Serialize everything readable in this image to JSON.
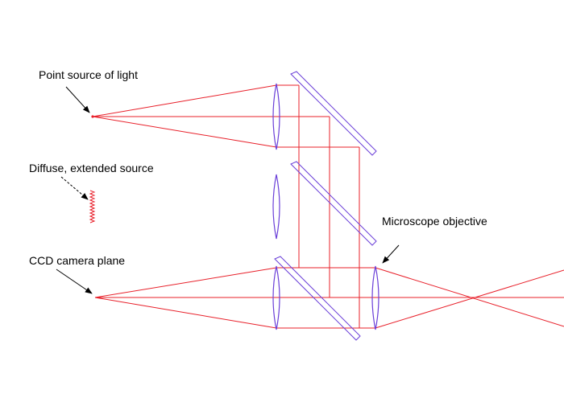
{
  "labels": {
    "point_source": "Point source of light",
    "diffuse_source": "Diffuse, extended source",
    "ccd_plane": "CCD camera plane",
    "objective": "Microscope objective"
  },
  "colors": {
    "ray": "#e8202a",
    "optic": "#6a3fd8",
    "text": "#000000",
    "background": "#ffffff"
  }
}
